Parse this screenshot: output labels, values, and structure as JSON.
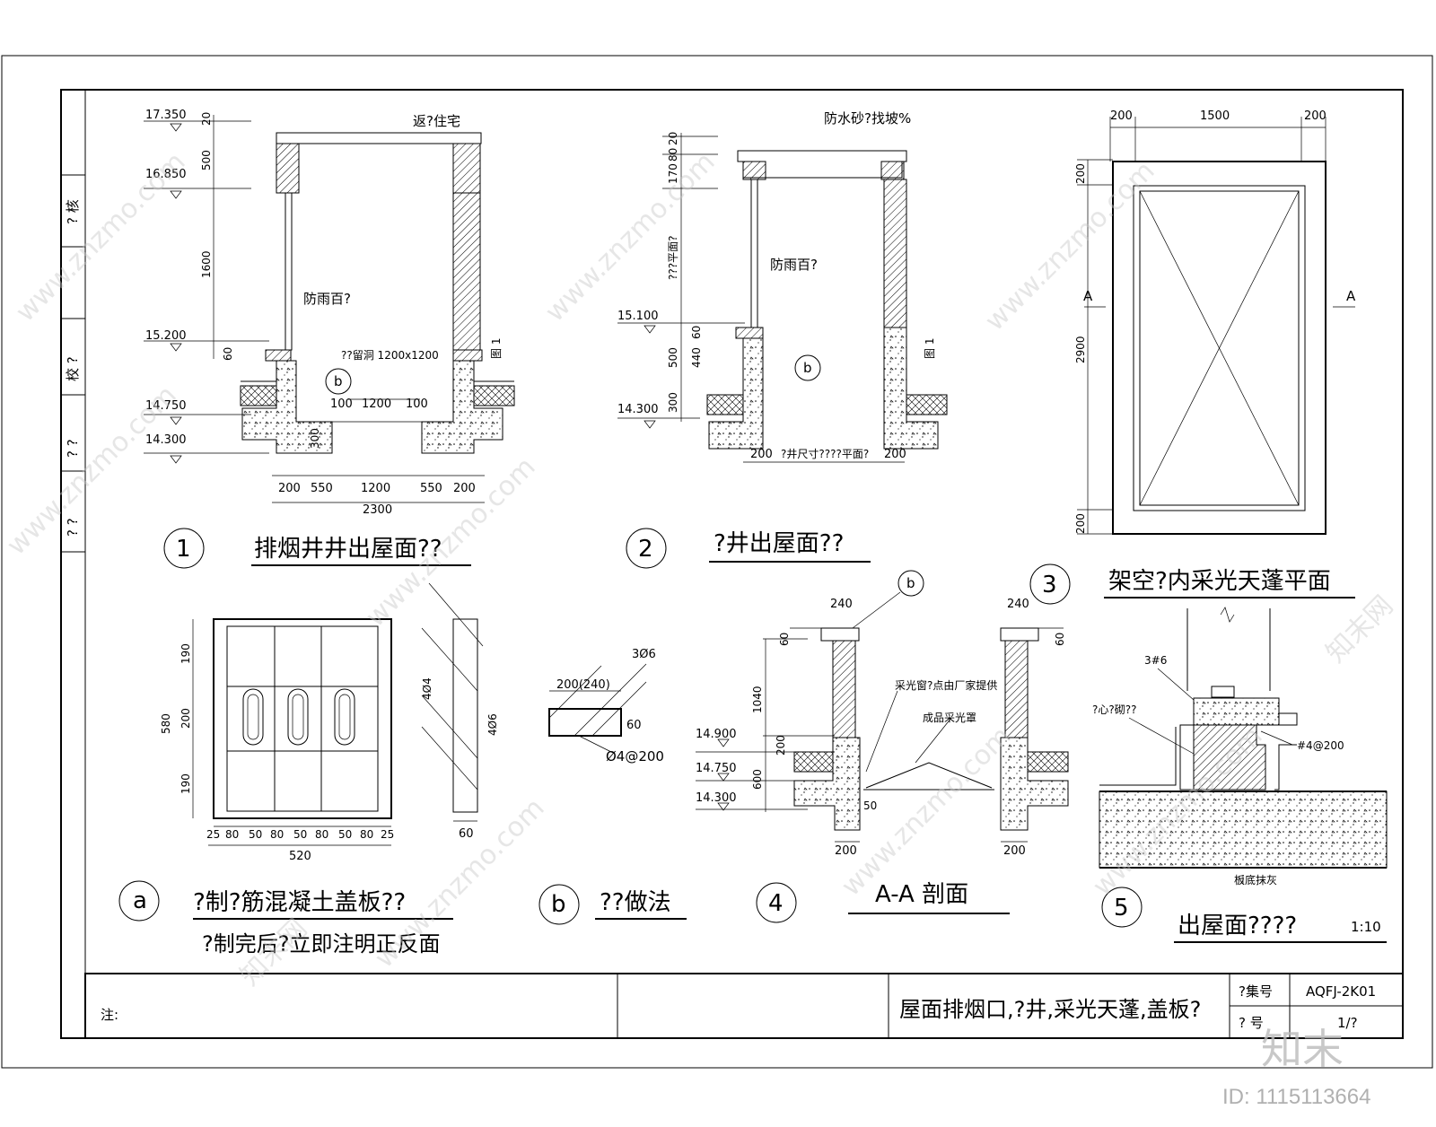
{
  "sidebar": {
    "check": "? 核",
    "proof": "校 ?",
    "design": "? ?",
    "drawn": "? ?"
  },
  "detail1": {
    "num": "1",
    "title": "排烟井井出屋面??",
    "elev": [
      "17.350",
      "16.850",
      "15.200",
      "14.750",
      "14.300"
    ],
    "vdims": [
      "20",
      "500",
      "1600",
      "60"
    ],
    "top_note": "返?住宅",
    "louver": "防雨百?",
    "opening": "??留洞 1200x1200",
    "slope": "图 1",
    "inner_dims": [
      "100",
      "1200",
      "100",
      "300"
    ],
    "bottom_dims": [
      "200",
      "550",
      "1200",
      "550",
      "200"
    ],
    "total": "2300",
    "marker": "b"
  },
  "detail2": {
    "num": "2",
    "title": "?井出屋面??",
    "elev": [
      "15.100",
      "14.300"
    ],
    "top_note": "防水砂?找坡%",
    "vdims": [
      "20",
      "80",
      "170",
      "???平面?",
      "60",
      "500",
      "440",
      "300"
    ],
    "louver": "防雨百?",
    "slope": "图 1",
    "bottom_dims": [
      "200",
      "?井尺寸????平面?",
      "200"
    ],
    "marker": "b"
  },
  "detail3": {
    "num": "3",
    "title": "架空?内采光天蓬平面",
    "top_dims": [
      "200",
      "1500",
      "200"
    ],
    "side_dims": [
      "200",
      "2900",
      "200"
    ],
    "cut_left": "A",
    "cut_right": "A"
  },
  "detail4": {
    "num": "4",
    "title": "A-A  剖面",
    "elev": [
      "14.900",
      "14.750",
      "14.300"
    ],
    "dims_top": [
      "240",
      "240"
    ],
    "vdims": [
      "60",
      "1040",
      "200",
      "600",
      "60"
    ],
    "window_note": "采光窗?点由厂家提供",
    "dome_note": "成品采光罩",
    "bottom_dims": [
      "200",
      "200",
      "50"
    ],
    "marker": "b"
  },
  "detail5": {
    "num": "5",
    "title": "出屋面????",
    "scale": "1:10",
    "rebar": "3#6",
    "masonry": "?心?砌??",
    "stirrup": "#4@200",
    "ceiling": "板底抹灰"
  },
  "detailA": {
    "num": "a",
    "title": "?制?筋混凝土盖板??",
    "subtitle": "?制完后?立即注明正反面",
    "vdims": [
      "190",
      "200",
      "190"
    ],
    "height": "580",
    "hdims": [
      "25",
      "80",
      "50",
      "80",
      "50",
      "80",
      "50",
      "80",
      "25"
    ],
    "width": "520",
    "rebar1": "4Ø4",
    "rebar2": "4Ø6",
    "thickness": "60"
  },
  "detailB": {
    "num": "b",
    "title": "??做法",
    "rebar": "3Ø6",
    "width": "200(240)",
    "height": "60",
    "stirrup": "Ø4@200"
  },
  "titleblock": {
    "note": "注:",
    "drawing_title": "屋面排烟口,?井,采光天蓬,盖板?",
    "atlas_label": "?集号",
    "atlas_no": "AQFJ-2K01",
    "page_label": "? 号",
    "page_no": "1/?"
  },
  "watermark": {
    "site": "www.znzmo.com",
    "brand": "知末网",
    "logo": "知末",
    "id": "ID: 1115113664"
  }
}
